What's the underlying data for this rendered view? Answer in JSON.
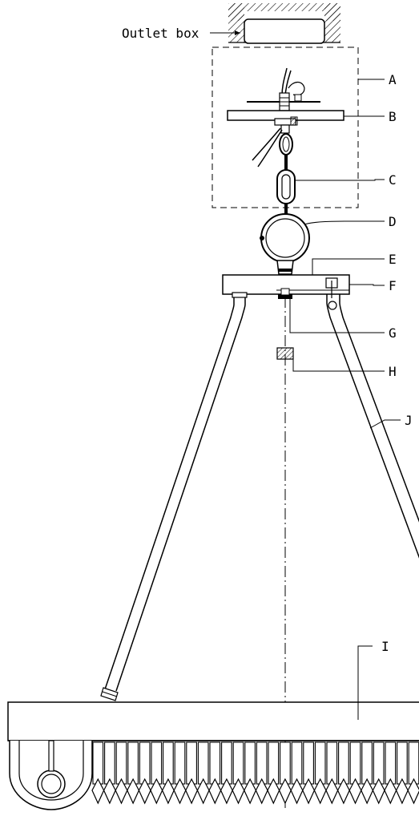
{
  "outlet_box_label": "Outlet box",
  "callouts": {
    "a": "A",
    "b": "B",
    "c": "C",
    "d": "D",
    "e": "E",
    "f": "F",
    "g": "G",
    "h": "H",
    "i": "I",
    "j": "J"
  },
  "colors": {
    "line": "#000000",
    "background": "#ffffff"
  }
}
